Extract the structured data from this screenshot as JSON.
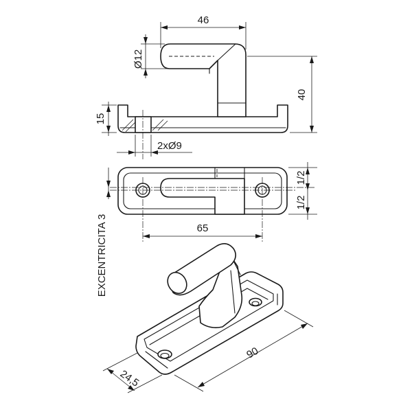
{
  "dimensions": {
    "width_top": "46",
    "diameter_peg": "Ø12",
    "height_total": "40",
    "base_height": "15",
    "holes": "2xØ9",
    "half_top": "1/2",
    "half_bottom": "1/2",
    "hole_spacing": "65",
    "eccentricity": "EXCENTRICITA 3",
    "length": "90",
    "width_base": "24,5"
  }
}
